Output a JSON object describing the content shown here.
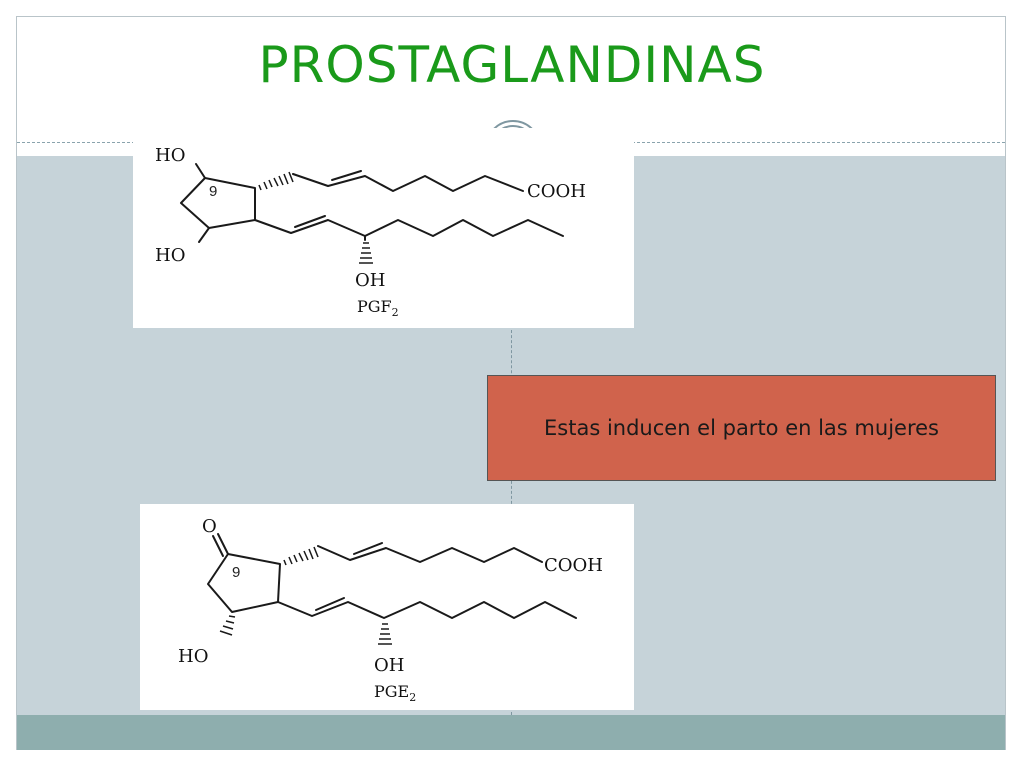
{
  "slide": {
    "title": "PROSTAGLANDINAS",
    "callout_text": "Estas inducen el parto en las mujeres",
    "colors": {
      "title": "#1a9a1a",
      "content_background": "#c6d3d9",
      "callout_background": "#d0634c",
      "bottom_band": "#8eaeae"
    }
  },
  "molecules": [
    {
      "name": "PGF",
      "name_subscript": "2",
      "position_label": "9",
      "groups": {
        "upper_ring": "HO",
        "lower_ring": "HO",
        "chain_end": "COOH",
        "side_chain": "OH"
      }
    },
    {
      "name": "PGE",
      "name_subscript": "2",
      "position_label": "9",
      "groups": {
        "ring_carbonyl": "O",
        "ring_hydroxyl": "HO",
        "chain_end": "COOH",
        "side_chain": "OH"
      }
    }
  ]
}
